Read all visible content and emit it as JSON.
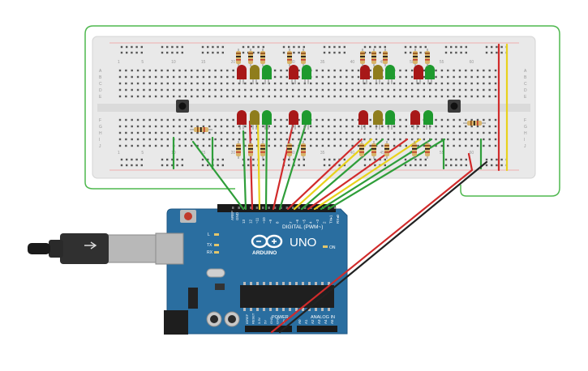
{
  "board": {
    "label_aref": "AREF",
    "label_gnd": "GND",
    "pins_digital_top": [
      "13",
      "12",
      "~11",
      "~10",
      "~9",
      "8",
      "7",
      "~6",
      "~5",
      "4",
      "~3",
      "2",
      "TX▸1",
      "RX◂0"
    ],
    "label_digital": "DIGITAL (PWM~)",
    "label_uno": "UNO",
    "label_arduino": "ARDUINO",
    "label_l": "L",
    "label_tx": "TX",
    "label_rx": "RX",
    "label_on": "ON",
    "label_power": "POWER",
    "label_analog": "ANALOG IN",
    "pins_power": [
      "IOREF",
      "RESET",
      "3.3V",
      "5V",
      "GND",
      "GND",
      "Vin"
    ],
    "pins_analog": [
      "A0",
      "A1",
      "A2",
      "A3",
      "A4",
      "A5"
    ]
  },
  "breadboard": {
    "row_letters_top": [
      "A",
      "B",
      "C",
      "D",
      "E"
    ],
    "row_letters_bottom": [
      "F",
      "G",
      "H",
      "I",
      "J"
    ],
    "col_numbers": [
      "1",
      "5",
      "10",
      "15",
      "20",
      "25",
      "30",
      "35",
      "40",
      "45",
      "50",
      "55",
      "60"
    ]
  },
  "colors": {
    "board_blue": "#2a6ea0",
    "breadboard": "#e8e8e8",
    "wire_green": "#2f9e3a",
    "wire_red": "#d12b2b",
    "wire_yellow": "#e8d21c",
    "wire_black": "#222222",
    "led_red": "#a81818",
    "led_yellow": "#8f7d1c",
    "led_green": "#1e9a2e",
    "outline_green": "#4fb84f"
  },
  "components": {
    "leds": [
      "red",
      "yellow",
      "green",
      "red",
      "green",
      "red",
      "yellow",
      "green",
      "red",
      "green"
    ],
    "buttons": 2,
    "icons": [
      "usb-cable-icon",
      "arduino-infinity-logo-icon"
    ]
  }
}
